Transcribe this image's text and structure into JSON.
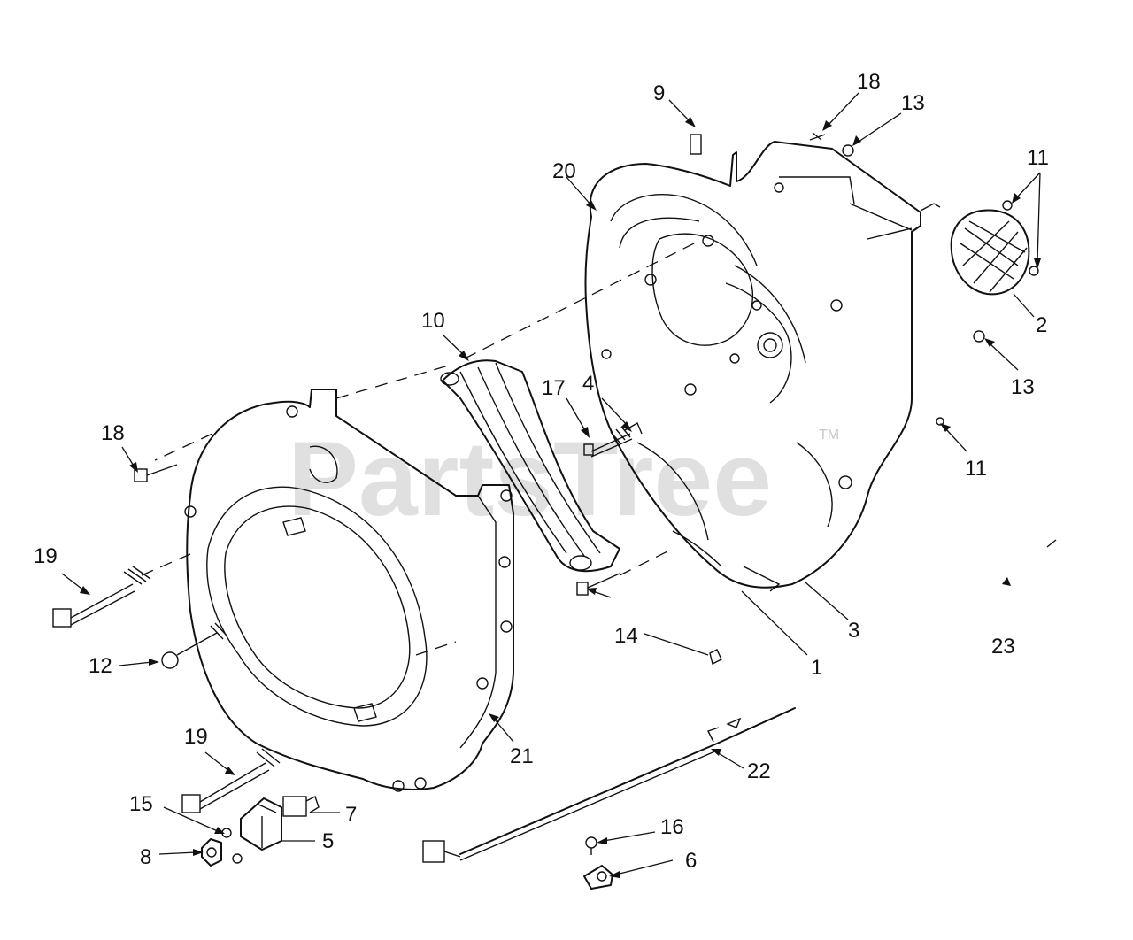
{
  "watermark": {
    "brand": "PartsTree",
    "tm": "TM"
  },
  "callouts": {
    "c1": "1",
    "c2": "2",
    "c3": "3",
    "c4": "4",
    "c5": "5",
    "c6": "6",
    "c7": "7",
    "c8": "8",
    "c9": "9",
    "c10": "10",
    "c11a": "11",
    "c11b": "11",
    "c12": "12",
    "c13a": "13",
    "c13b": "13",
    "c14": "14",
    "c15": "15",
    "c16": "16",
    "c17": "17",
    "c18a": "18",
    "c18b": "18",
    "c19a": "19",
    "c19b": "19",
    "c20": "20",
    "c21": "21",
    "c22": "22",
    "c23": "23"
  }
}
